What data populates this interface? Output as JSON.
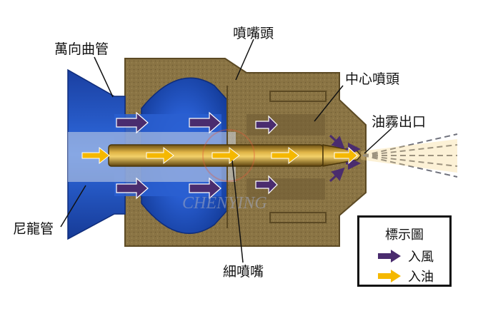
{
  "labels": {
    "elbow_tube": "萬向曲管",
    "nozzle": "噴嘴頭",
    "center_nozzle": "中心噴頭",
    "mist_outlet": "油霧出口",
    "nylon_tube": "尼龍管",
    "fine_nozzle": "細噴嘴"
  },
  "watermark": "CHENYING",
  "legend": {
    "title": "標示圖",
    "air_label": "入風",
    "oil_label": "入油"
  },
  "colors": {
    "air_arrow": "#4a2c6e",
    "oil_arrow": "#f5b800",
    "body": "#8a7444",
    "blue": "#1f4fc0",
    "brass": "#b08a2a"
  }
}
